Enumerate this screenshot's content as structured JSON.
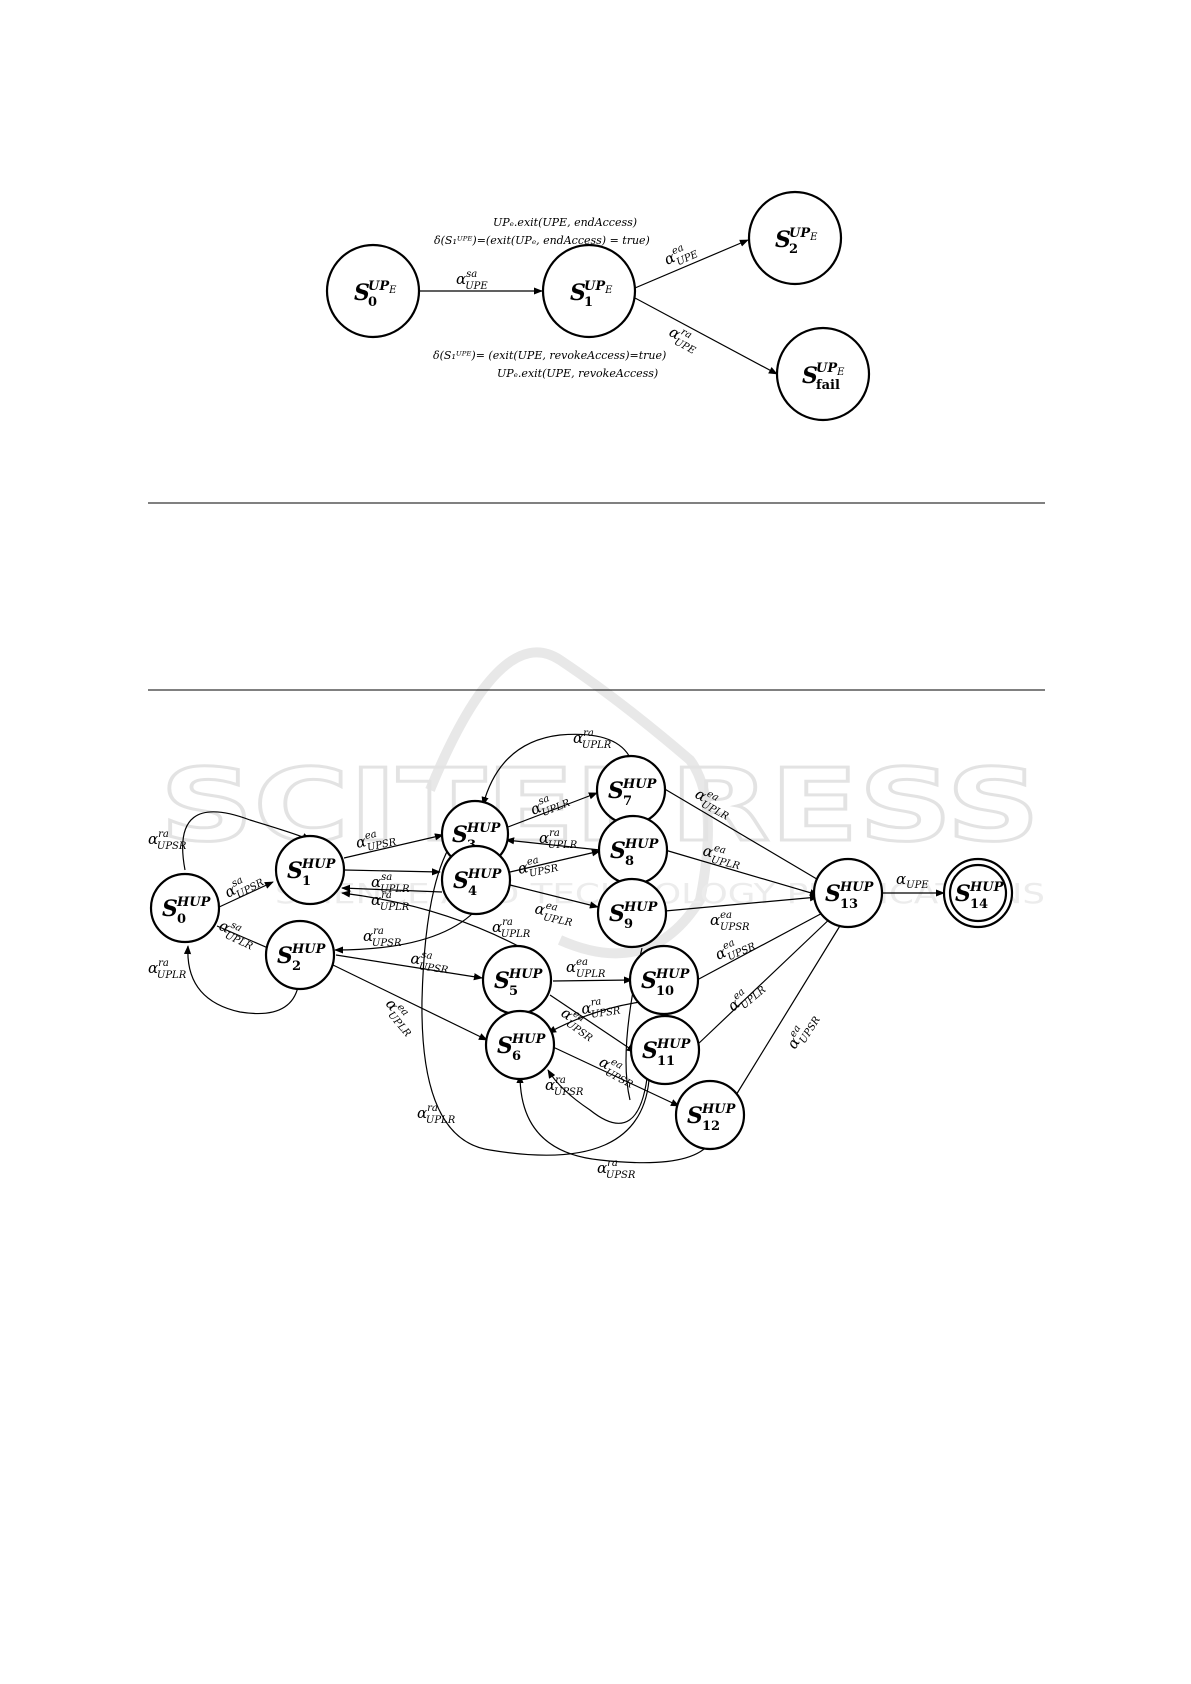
{
  "watermark": {
    "text": "SCITEPRESS",
    "subtext": "SCIENCE AND TECHNOLOGY PUBLICATIONS"
  },
  "top_diagram": {
    "states": [
      {
        "id": "s0",
        "base": "S",
        "sup": "UP",
        "supsub": "E",
        "sub": "0"
      },
      {
        "id": "s1",
        "base": "S",
        "sup": "UP",
        "supsub": "E",
        "sub": "1"
      },
      {
        "id": "s2",
        "base": "S",
        "sup": "UP",
        "supsub": "E",
        "sub": "2"
      },
      {
        "id": "sfail",
        "base": "S",
        "sup": "UP",
        "supsub": "E",
        "sub": "fail"
      }
    ],
    "edges": [
      {
        "id": "t0",
        "from": "s0",
        "to": "s1",
        "label": {
          "sup": "sa",
          "sub": "UPE"
        }
      },
      {
        "id": "t1",
        "from": "s1",
        "to": "s2",
        "label": {
          "sup": "ea",
          "sub": "UPE"
        }
      },
      {
        "id": "t2",
        "from": "s1",
        "to": "sfail",
        "label": {
          "sup": "ra",
          "sub": "UPE"
        }
      }
    ],
    "annotations": {
      "end_exit": "UPₑ.exit(UPE, endAccess)",
      "end_delta": "δ(S₁ᵁᴾᴱ)=(exit(UPₑ, endAccess) = true)",
      "revoke_delta": "δ(S₁ᵁᴾᴱ)= (exit(UPE, revokeAccess)=true)",
      "revoke_exit": "UPₑ.exit(UPE, revokeAccess)"
    }
  },
  "bottom_diagram": {
    "states": [
      {
        "id": "h0",
        "base": "S",
        "sup": "HUP",
        "sub": "0"
      },
      {
        "id": "h1",
        "base": "S",
        "sup": "HUP",
        "sub": "1"
      },
      {
        "id": "h2",
        "base": "S",
        "sup": "HUP",
        "sub": "2"
      },
      {
        "id": "h3",
        "base": "S",
        "sup": "HUP",
        "sub": "3"
      },
      {
        "id": "h4",
        "base": "S",
        "sup": "HUP",
        "sub": "4"
      },
      {
        "id": "h5",
        "base": "S",
        "sup": "HUP",
        "sub": "5"
      },
      {
        "id": "h6",
        "base": "S",
        "sup": "HUP",
        "sub": "6"
      },
      {
        "id": "h7",
        "base": "S",
        "sup": "HUP",
        "sub": "7"
      },
      {
        "id": "h8",
        "base": "S",
        "sup": "HUP",
        "sub": "8"
      },
      {
        "id": "h9",
        "base": "S",
        "sup": "HUP",
        "sub": "9"
      },
      {
        "id": "h10",
        "base": "S",
        "sup": "HUP",
        "sub": "10"
      },
      {
        "id": "h11",
        "base": "S",
        "sup": "HUP",
        "sub": "11"
      },
      {
        "id": "h12",
        "base": "S",
        "sup": "HUP",
        "sub": "12"
      },
      {
        "id": "h13",
        "base": "S",
        "sup": "HUP",
        "sub": "13"
      },
      {
        "id": "h14",
        "base": "S",
        "sup": "HUP",
        "sub": "14"
      }
    ],
    "labels": [
      {
        "id": "l_h0_loop_ra_sr",
        "sup": "ra",
        "sub": "UPSR"
      },
      {
        "id": "l_h0_loop_ra_lr",
        "sup": "ra",
        "sub": "UPLR"
      },
      {
        "id": "l_h0_h1",
        "sup": "sa",
        "sub": "UPSR"
      },
      {
        "id": "l_h0_h2",
        "sup": "sa",
        "sub": "UPLR"
      },
      {
        "id": "l_h1_h3",
        "sup": "ea",
        "sub": "UPSR"
      },
      {
        "id": "l_h1_h4",
        "sup": "sa",
        "sub": "UPLR"
      },
      {
        "id": "l_h4_h1",
        "sup": "ra",
        "sub": "UPLR"
      },
      {
        "id": "l_h4_h2",
        "sup": "ra",
        "sub": "UPSR"
      },
      {
        "id": "l_h5_h1",
        "sup": "ra",
        "sub": "UPLR"
      },
      {
        "id": "l_h2_h5",
        "sup": "sa",
        "sub": "UPSR"
      },
      {
        "id": "l_h2_h6",
        "sup": "ea",
        "sub": "UPLR"
      },
      {
        "id": "l_h3_h7",
        "sup": "sa",
        "sub": "UPLR"
      },
      {
        "id": "l_h8_h3",
        "sup": "ra",
        "sub": "UPLR"
      },
      {
        "id": "l_h4_h8",
        "sup": "ea",
        "sub": "UPSR"
      },
      {
        "id": "l_h4_h9",
        "sup": "ea",
        "sub": "UPLR"
      },
      {
        "id": "l_h7_h3",
        "sup": "ra",
        "sub": "UPLR"
      },
      {
        "id": "l_h7_h13",
        "sup": "ea",
        "sub": "UPLR"
      },
      {
        "id": "l_h8_h13",
        "sup": "ea",
        "sub": "UPLR"
      },
      {
        "id": "l_h9_h13",
        "sup": "ea",
        "sub": "UPSR"
      },
      {
        "id": "l_h5_h10",
        "sup": "ea",
        "sub": "UPLR"
      },
      {
        "id": "l_h10_h6",
        "sup": "ra",
        "sub": "UPSR"
      },
      {
        "id": "l_h5_h11",
        "sup": "ea",
        "sub": "UPSR"
      },
      {
        "id": "l_h6_h12",
        "sup": "ea",
        "sub": "UPSR"
      },
      {
        "id": "l_h11_h6",
        "sup": "ra",
        "sub": "UPSR"
      },
      {
        "id": "l_h10_h13",
        "sup": "ea",
        "sub": "UPSR"
      },
      {
        "id": "l_h11_h13",
        "sup": "ea",
        "sub": "UPLR"
      },
      {
        "id": "l_h12_h13",
        "sup": "ea",
        "sub": "UPSR"
      },
      {
        "id": "l_h11_h3",
        "sup": "ra",
        "sub": "UPLR"
      },
      {
        "id": "l_h12_h6",
        "sup": "ra",
        "sub": "UPSR"
      },
      {
        "id": "l_h13_h14",
        "sup": "",
        "sub": "UPE"
      }
    ]
  }
}
